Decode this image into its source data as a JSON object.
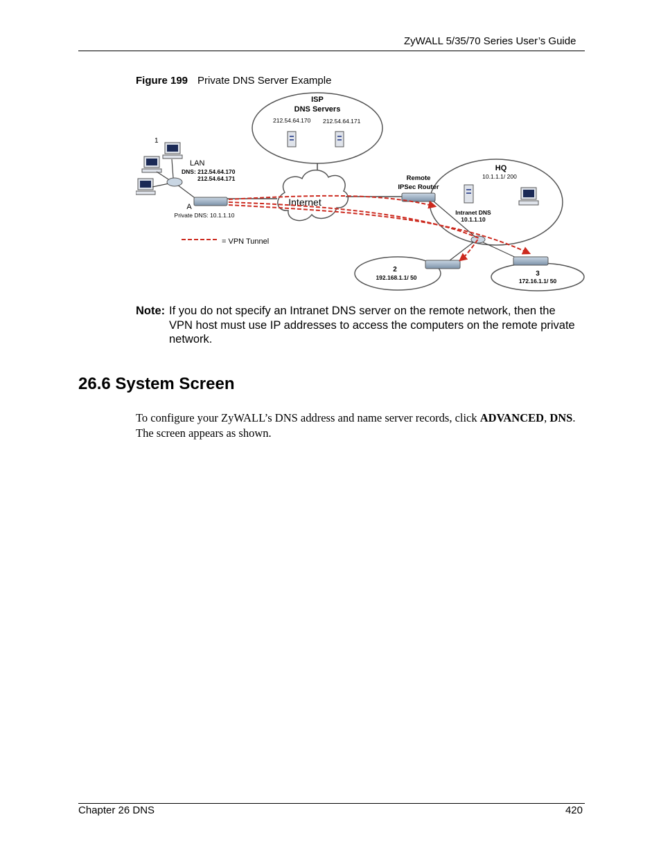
{
  "header": {
    "guide_title": "ZyWALL 5/35/70 Series User’s Guide"
  },
  "figure": {
    "number": "Figure 199",
    "caption": "Private DNS Server Example",
    "labels": {
      "isp": "ISP",
      "dns_servers": "DNS Servers",
      "isp_dns_1": "212.54.64.170",
      "isp_dns_2": "212.54.64.171",
      "lan_number": "1",
      "lan": "LAN",
      "lan_dns_1": "DNS: 212.54.64.170",
      "lan_dns_2": "212.54.64.171",
      "router_a": "A",
      "private_dns": "Private DNS: 10.1.1.10",
      "internet": "Internet",
      "remote_line1": "Remote",
      "remote_line2": "IPSec Router",
      "hq": "HQ",
      "hq_subnet": "10.1.1.1/ 200",
      "intranet_dns_line1": "Intranet DNS",
      "intranet_dns_line2": "10.1.1.10",
      "branch2_number": "2",
      "branch2_subnet": "192.168.1.1/ 50",
      "branch3_number": "3",
      "branch3_subnet": "172.16.1.1/ 50",
      "legend_vpn": "= VPN Tunnel"
    },
    "colors": {
      "vpn_tunnel": "#cc2a1f",
      "device": "#9fb3c8"
    }
  },
  "note": {
    "label": "Note:",
    "text": "If you do not specify an Intranet DNS server on the remote network, then the VPN host must use IP addresses to access the computers on the remote private network."
  },
  "section": {
    "title": "26.6  System Screen"
  },
  "body": {
    "p1_before": "To configure your ZyWALL’s DNS address and name server records, click ",
    "p1_bold1": "ADVANCED",
    "p1_comma": ", ",
    "p1_bold2": "DNS",
    "p1_after": ". The screen appears as shown."
  },
  "footer": {
    "chapter": "Chapter 26 DNS",
    "page": "420"
  }
}
